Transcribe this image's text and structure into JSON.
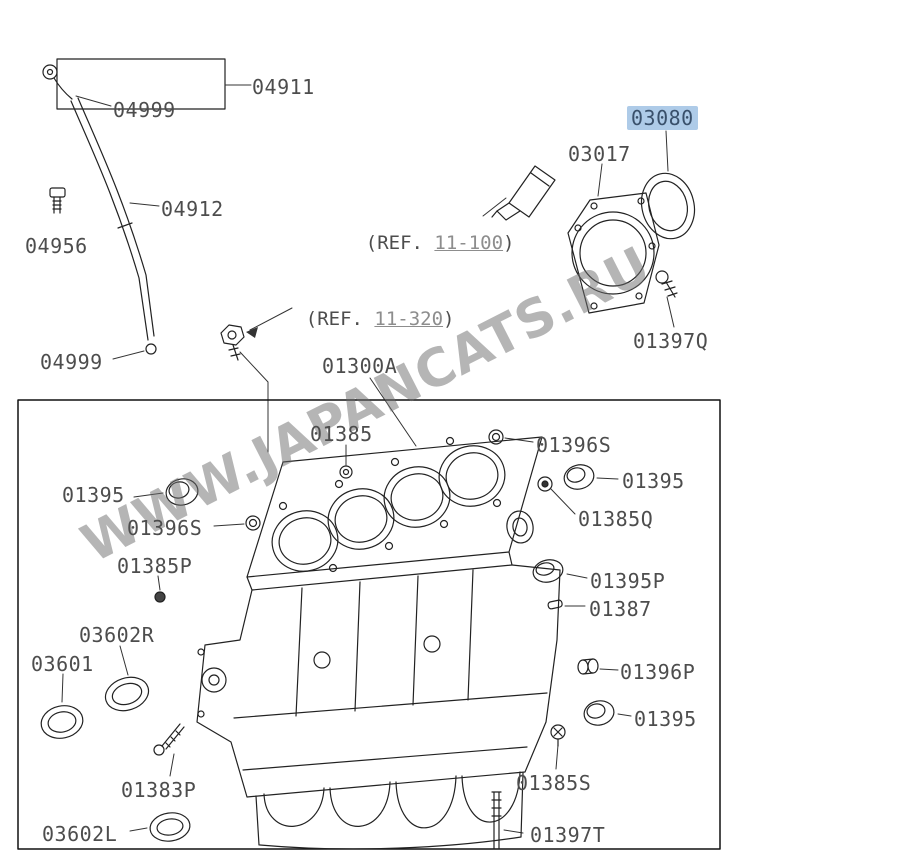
{
  "watermark": "WWW.JAPANCATS.RU",
  "selected_part": "03080",
  "colors": {
    "highlight": "#aecbe8",
    "label": "#4d4d4d",
    "line": "#222222"
  },
  "labels": {
    "p04911": "04911",
    "p04999_top": "04999",
    "p04912": "04912",
    "p04956": "04956",
    "p03017": "03017",
    "p03080": "03080",
    "p01397Q": "01397Q",
    "p04999_bottom": "04999",
    "p01300A": "01300A",
    "p01385": "01385",
    "p01396S_right": "01396S",
    "p01395_right_top": "01395",
    "p01385Q": "01385Q",
    "p01395_left": "01395",
    "p01396S_left": "01396S",
    "p01385P": "01385P",
    "p01395P": "01395P",
    "p01387": "01387",
    "p03602R": "03602R",
    "p03601": "03601",
    "p01396P": "01396P",
    "p01395_right_bottom": "01395",
    "p01383P": "01383P",
    "p01385S": "01385S",
    "p03602L": "03602L",
    "p01397T": "01397T"
  },
  "refs": {
    "r11_100": {
      "prefix": "(REF. ",
      "num": "11-100",
      "suffix": ")"
    },
    "r11_320": {
      "prefix": "(REF. ",
      "num": "11-320",
      "suffix": ")"
    }
  }
}
